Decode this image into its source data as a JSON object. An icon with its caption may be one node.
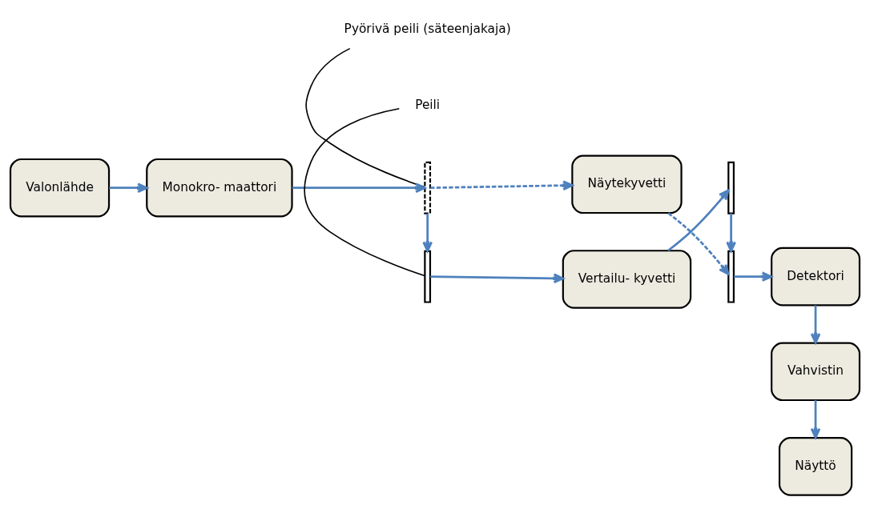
{
  "diagram": {
    "nodes": [
      {
        "text": [
          "Pyörivä peili (säteenjakaja)"
        ]
      },
      {
        "text": [
          "Valonlähde"
        ]
      },
      {
        "text": [
          "Monokro- maattori"
        ]
      },
      {
        "text": [],
        "shape": "bar"
      },
      {
        "text": [
          "Näytekyvetti"
        ]
      },
      {
        "text": [],
        "shape": "bar"
      },
      {
        "text": [
          "Detektori"
        ]
      },
      {
        "text": [],
        "shape": "bar"
      },
      {
        "text": [
          "Vertailu- kyvetti"
        ]
      },
      {
        "text": [],
        "shape": "bar"
      },
      {
        "text": [
          "Peili"
        ]
      },
      {
        "text": [
          "Vahvistin"
        ]
      },
      {
        "text": [
          "Näyttö"
        ]
      }
    ],
    "edges": [
      {
        "from": 1,
        "to": 2,
        "arrow": "to"
      },
      {
        "from": 2,
        "to": 3,
        "arrow": "to"
      },
      {
        "from": 3,
        "to": 4,
        "arrow": "to",
        "style": "dashed"
      },
      {
        "from": 3,
        "to": 7,
        "arrow": "to"
      },
      {
        "from": 7,
        "to": 8,
        "arrow": "to"
      },
      {
        "from": 4,
        "to": 5,
        "arrow": "to",
        "style": "dashed"
      },
      {
        "from": 8,
        "to": 9,
        "arrow": "to"
      },
      {
        "from": 9,
        "to": 5,
        "arrow": "to"
      },
      {
        "from": 5,
        "to": 6,
        "arrow": "to"
      },
      {
        "from": 6,
        "to": 11,
        "arrow": "to"
      },
      {
        "from": 11,
        "to": 12,
        "arrow": "to"
      },
      {
        "from": 0,
        "to": 3,
        "arrow": "none",
        "color": "#000000"
      },
      {
        "from": 10,
        "to": 7,
        "arrow": "none",
        "color": "#000000"
      }
    ]
  }
}
